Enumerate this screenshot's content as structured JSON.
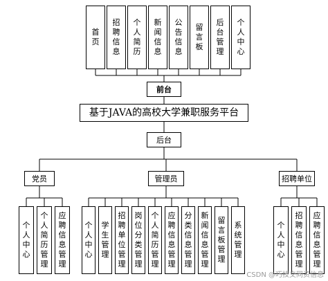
{
  "front_modules": [
    {
      "key": "home",
      "label": "首页"
    },
    {
      "key": "job-info",
      "label": "招聘信息"
    },
    {
      "key": "resume",
      "label": "个人简历"
    },
    {
      "key": "news",
      "label": "新闻信息"
    },
    {
      "key": "notice",
      "label": "公告信息"
    },
    {
      "key": "message-board",
      "label": "留言板"
    },
    {
      "key": "admin-console",
      "label": "后台管理"
    },
    {
      "key": "personal-center",
      "label": "个人中心"
    }
  ],
  "front_label": "前台",
  "system_title": "基于JAVA的高校大学兼职服务平台",
  "back_label": "后台",
  "roles": [
    {
      "key": "member",
      "label": "党员",
      "modules": [
        "个人中心",
        "个人简历管理",
        "应聘信息管理"
      ]
    },
    {
      "key": "admin",
      "label": "管理员",
      "modules": [
        "个人中心",
        "学生管理",
        "招聘单位管理",
        "岗位分类管理",
        "个人简历管理",
        "应聘信息管理",
        "分类信息管理",
        "新闻信息管理",
        "留言板管理",
        "系统管理"
      ]
    },
    {
      "key": "employer",
      "label": "招聘单位",
      "modules": [
        "个人中心",
        "招聘信息管理",
        "应聘信息管理"
      ]
    }
  ],
  "watermark": "CSDN @巧技交同资信息",
  "colors": {
    "line": "#000000",
    "box_border": "#000000",
    "background": "#ffffff",
    "watermark": "#9a9a9a"
  }
}
